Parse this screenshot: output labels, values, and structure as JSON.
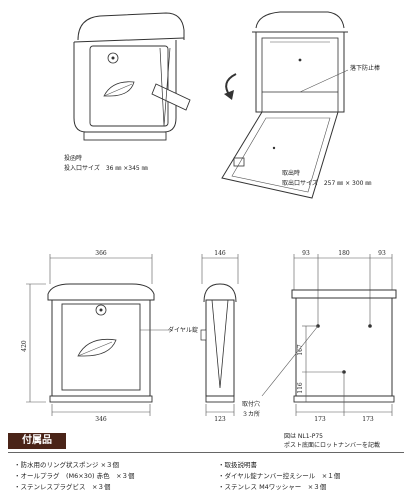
{
  "views": {
    "insert_caption_1": "投函時",
    "insert_caption_2": "投入口サイズ　36 ㎜ ×345 ㎜",
    "remove_caption_1": "取出時",
    "remove_caption_2": "取出口サイズ　257 ㎜ × 300 ㎜",
    "fall_stop_label": "落下防止棒"
  },
  "dimensions": {
    "front_width_top": "366",
    "front_height": "420",
    "front_width_bottom": "346",
    "side_width_top": "146",
    "side_width_bottom": "123",
    "back_left_top": "93",
    "back_mid_top": "180",
    "back_right_top": "93",
    "back_vertical_upper": "167",
    "back_vertical_lower": "116",
    "back_left_bottom": "173",
    "back_right_bottom": "173"
  },
  "labels": {
    "dial_lock": "ダイヤル錠",
    "mounting_holes_1": "取付穴",
    "mounting_holes_2": "３カ所",
    "note_1": "図は NL1-P75",
    "note_2": "ポスト底面にロットナンバーを記載"
  },
  "accessories": {
    "title": "付属品",
    "left": [
      "・防水用のリング状スポンジ ×３個",
      "・オールプラグ　(M6×30) 赤色　×３個",
      "・ステンレスプラグビス　×３個"
    ],
    "right": [
      "・取扱説明書",
      "・ダイヤル錠ナンバー控えシール　×１個",
      "・ステンレス M4ワッシャー　×３個"
    ]
  },
  "colors": {
    "accessory_header_bg": "#4a2418"
  }
}
